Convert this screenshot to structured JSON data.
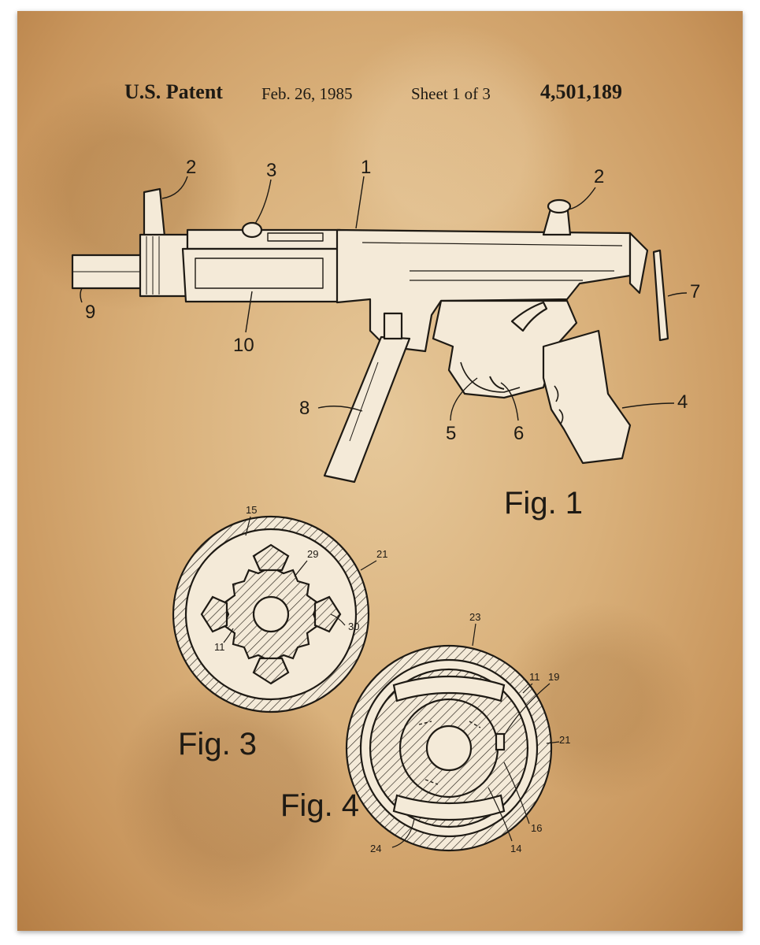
{
  "header": {
    "patent_label": "U.S. Patent",
    "date": "Feb. 26, 1985",
    "sheet": "Sheet 1 of 3",
    "patent_number": "4,501,189"
  },
  "figures": {
    "fig1": {
      "label": "Fig. 1",
      "callouts": [
        "1",
        "2",
        "3",
        "2",
        "7",
        "9",
        "10",
        "8",
        "5",
        "6",
        "4"
      ]
    },
    "fig3": {
      "label": "Fig. 3",
      "callouts": [
        "15",
        "21",
        "29",
        "30",
        "11"
      ]
    },
    "fig4": {
      "label": "Fig. 4",
      "callouts": [
        "23",
        "11",
        "19",
        "21",
        "16",
        "14",
        "24"
      ]
    }
  },
  "colors": {
    "paper": "#d9b07a",
    "ink": "#1e1a14",
    "fill": "#f4ead8"
  }
}
